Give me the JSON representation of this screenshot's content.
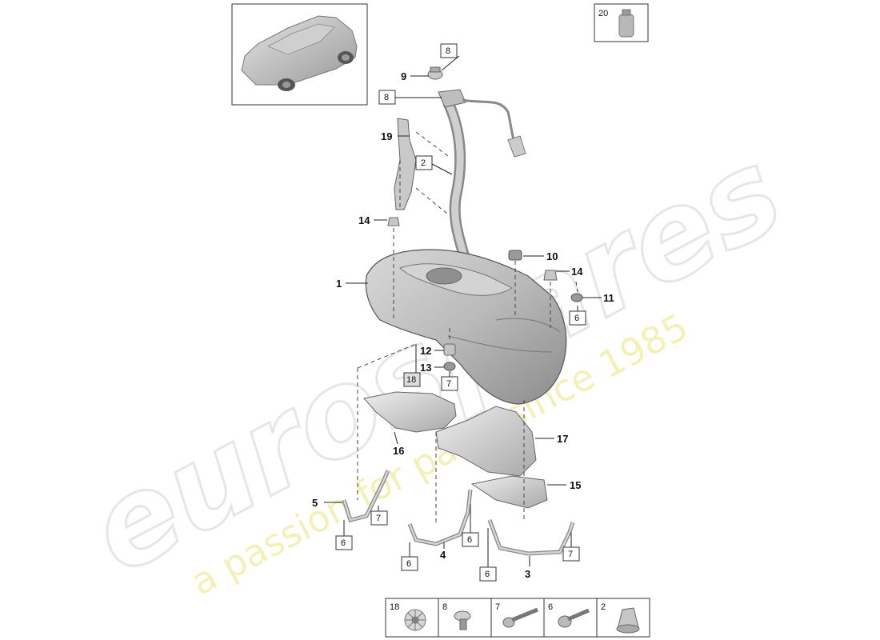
{
  "watermark": {
    "brand": "eurospares",
    "tagline": "a passion for parts since 1985"
  },
  "vehicle_thumbnail": {
    "icon": "car-icon"
  },
  "callouts": [
    {
      "id": "c1",
      "label": "1"
    },
    {
      "id": "c3",
      "label": "3"
    },
    {
      "id": "c4",
      "label": "4"
    },
    {
      "id": "c5",
      "label": "5"
    },
    {
      "id": "c9",
      "label": "9"
    },
    {
      "id": "c10",
      "label": "10"
    },
    {
      "id": "c11",
      "label": "11"
    },
    {
      "id": "c12",
      "label": "12"
    },
    {
      "id": "c13",
      "label": "13"
    },
    {
      "id": "c14a",
      "label": "14"
    },
    {
      "id": "c14b",
      "label": "14"
    },
    {
      "id": "c15",
      "label": "15"
    },
    {
      "id": "c16",
      "label": "16"
    },
    {
      "id": "c17",
      "label": "17"
    },
    {
      "id": "c19",
      "label": "19"
    }
  ],
  "ref_boxes": [
    {
      "id": "b8a",
      "label": "8"
    },
    {
      "id": "b8b",
      "label": "8"
    },
    {
      "id": "b2",
      "label": "2"
    },
    {
      "id": "b6a",
      "label": "6"
    },
    {
      "id": "b18",
      "label": "18"
    },
    {
      "id": "b7a",
      "label": "7"
    },
    {
      "id": "b7b",
      "label": "7"
    },
    {
      "id": "b6b",
      "label": "6"
    },
    {
      "id": "b6c",
      "label": "6"
    },
    {
      "id": "b6d",
      "label": "6"
    },
    {
      "id": "b6e",
      "label": "6"
    },
    {
      "id": "b7c",
      "label": "7"
    }
  ],
  "inset_20": {
    "label": "20",
    "icon": "fluid-bottle-icon"
  },
  "fastener_legend": [
    {
      "label": "18",
      "icon": "clip-nut-icon"
    },
    {
      "label": "8",
      "icon": "clip-rivet-icon"
    },
    {
      "label": "7",
      "icon": "bolt-long-icon"
    },
    {
      "label": "6",
      "icon": "bolt-short-icon"
    },
    {
      "label": "2",
      "icon": "expanding-nut-icon"
    }
  ]
}
